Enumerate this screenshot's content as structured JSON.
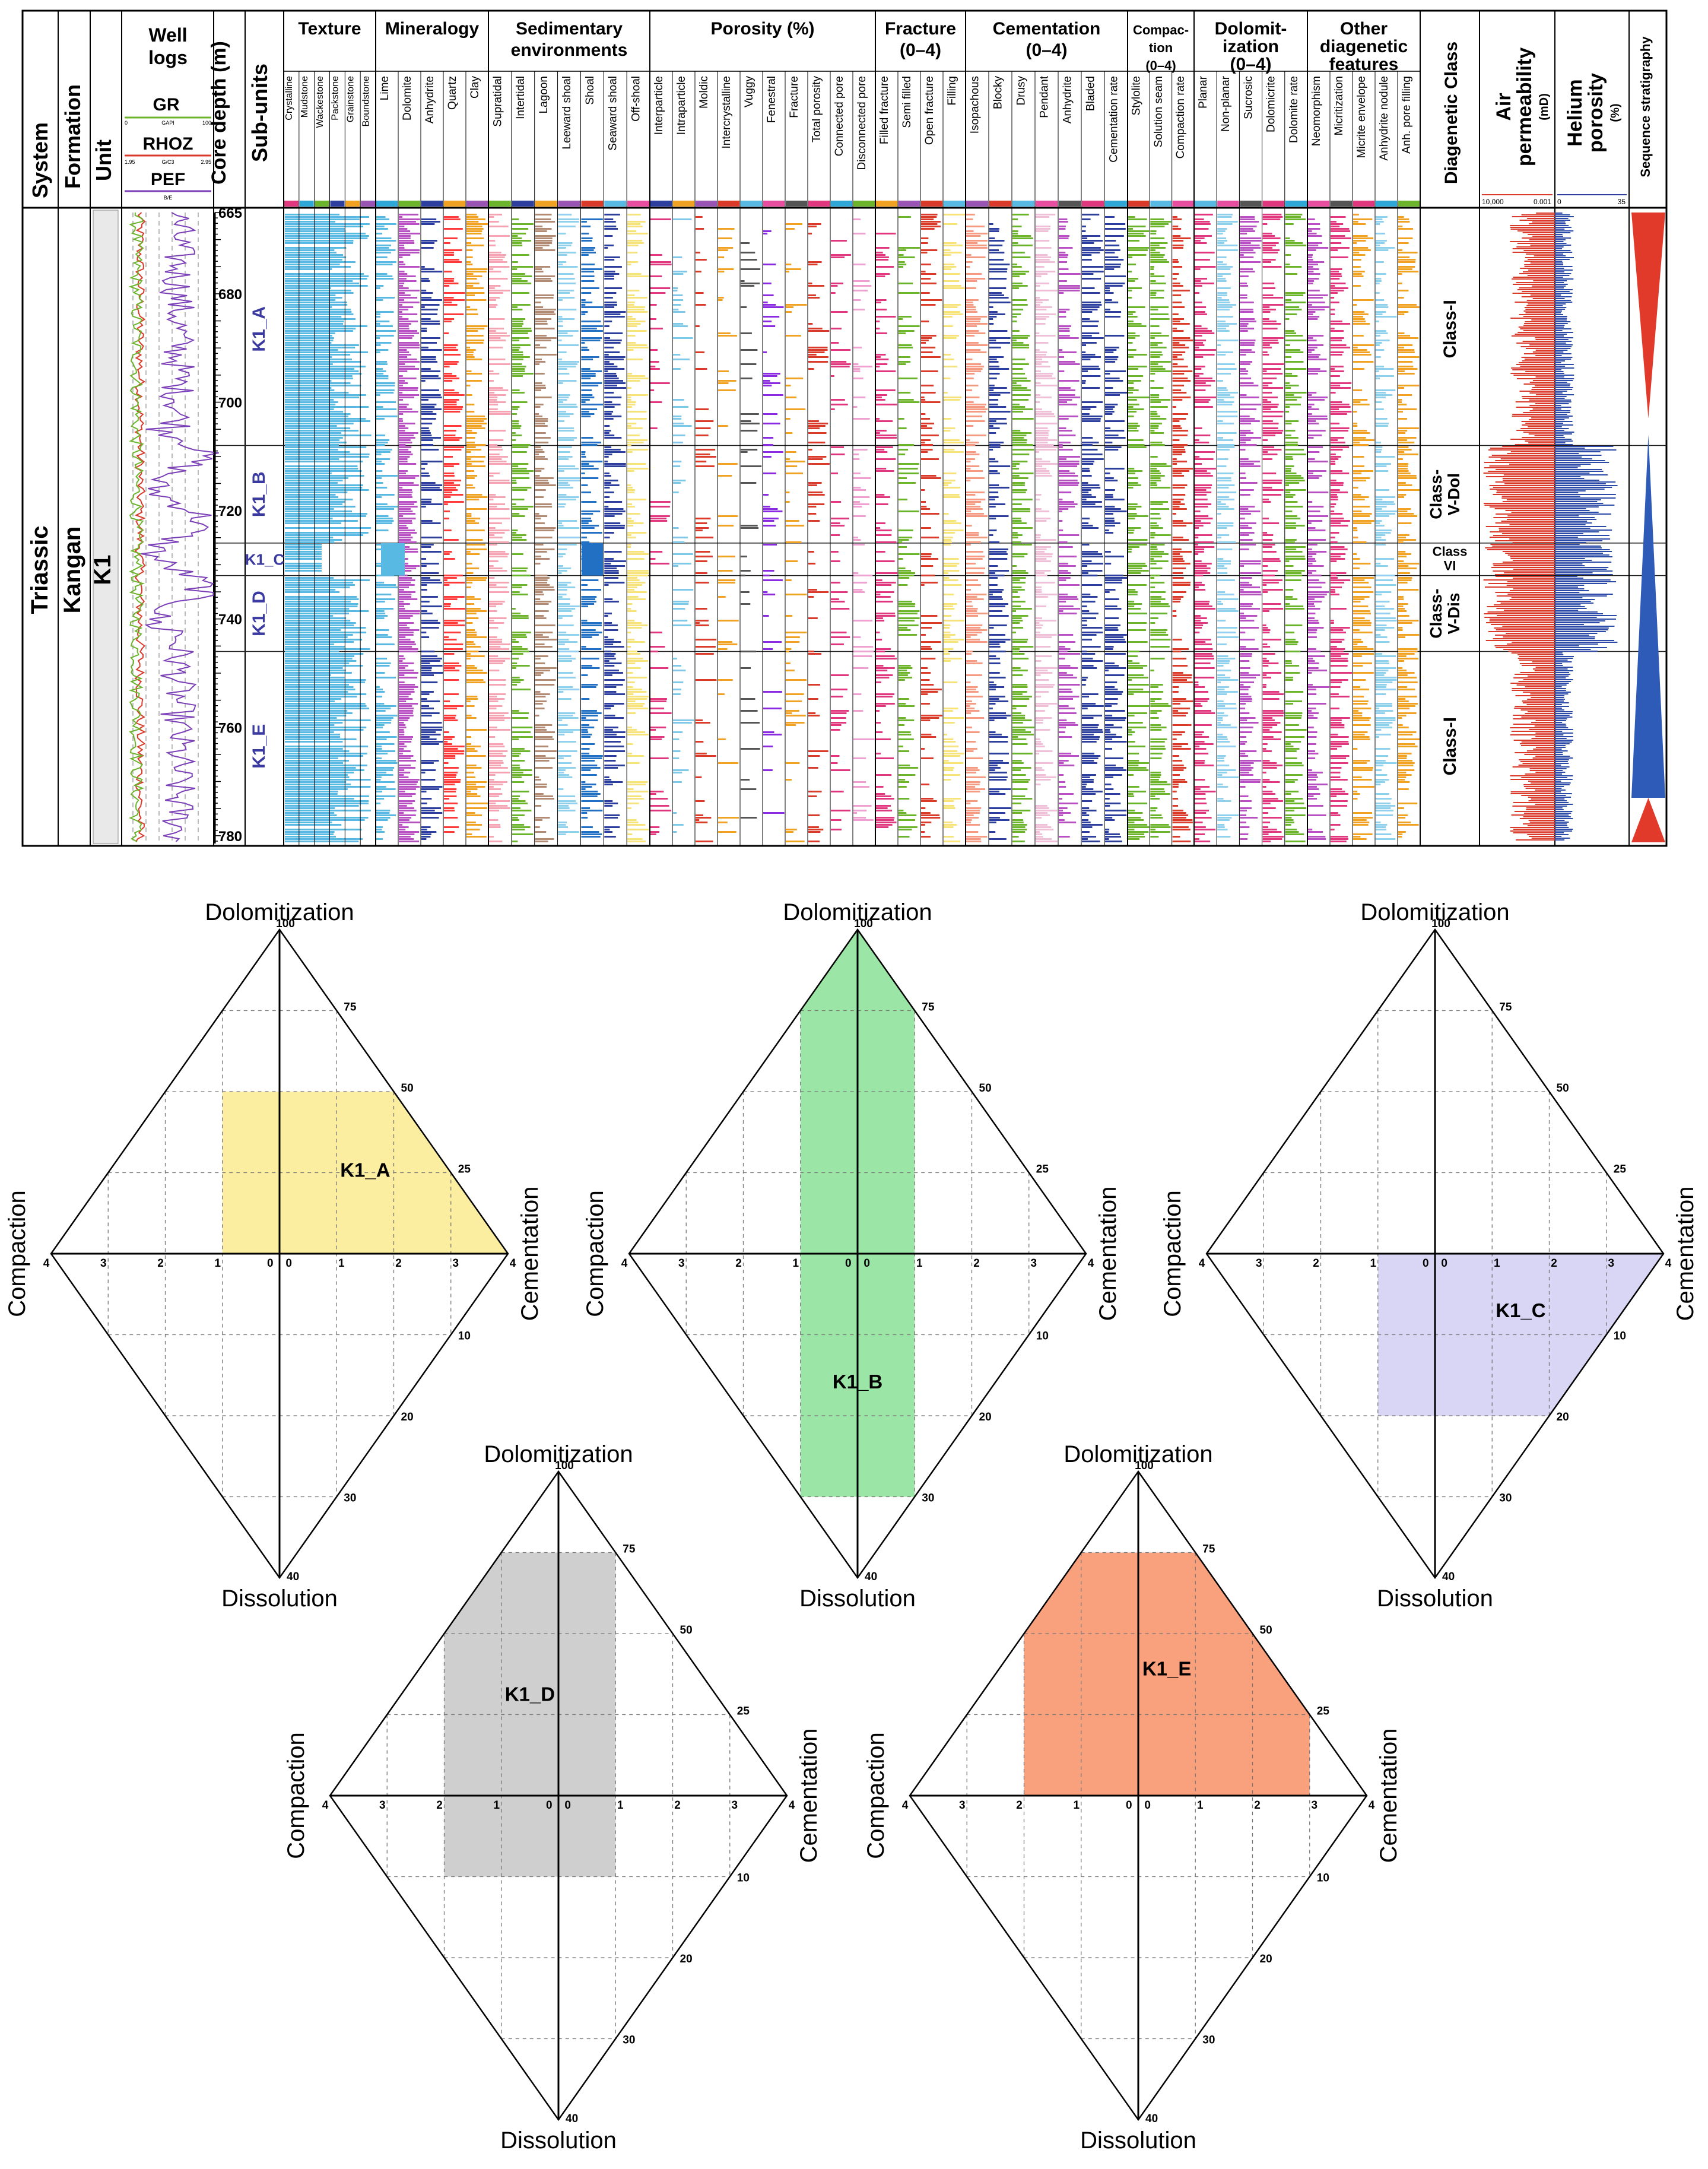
{
  "log": {
    "header_columns": {
      "system": "System",
      "formation": "Formation",
      "unit": "Unit",
      "well_logs": "Well logs",
      "gr": "GR",
      "gr_unit": "GAPI",
      "rhoz": "RHOZ",
      "rhoz_unit": "G/C3",
      "pef": "PEF",
      "pef_unit": "B/E",
      "core_depth": "Core depth (m)",
      "sub_units": "Sub-units",
      "diagenetic_class": "Diagenetic Class",
      "air_perm_title": "Air permeability",
      "air_perm_unit": "(mD)",
      "air_perm_left": "10,000",
      "air_perm_right": "0.001",
      "helium_title": "Helium porosity",
      "helium_unit": "(%)",
      "helium_left": "0",
      "helium_right": "35",
      "sequence": "Sequence stratigraphy"
    },
    "left_labels": {
      "system": "Triassic",
      "formation": "Kangan",
      "unit": "K1"
    },
    "gr_range": [
      "0",
      "100"
    ],
    "rhoz_range": [
      "1.95",
      "2.95"
    ],
    "depth_ticks": [
      "665",
      "680",
      "700",
      "720",
      "740",
      "760",
      "780"
    ],
    "groups": [
      {
        "title": "Texture",
        "cols": [
          "Crystalline",
          "Mudstone",
          "Wackestone",
          "Packstone",
          "Grainstone",
          "Boundstone"
        ]
      },
      {
        "title": "Mineralogy",
        "cols": [
          "Lime",
          "Dolomite",
          "Anhydrite",
          "Quartz",
          "Clay"
        ]
      },
      {
        "title": "Sedimentary environments",
        "cols": [
          "Supratidal",
          "Intertidal",
          "Lagoon",
          "Leeward shoal",
          "Shoal",
          "Seaward shoal",
          "Off-shoal"
        ]
      },
      {
        "title": "Porosity (%)",
        "cols": [
          "Interparticle",
          "Intraparticle",
          "Moldic",
          "Intercrystalline",
          "Vuggy",
          "Fenestral",
          "Fracture",
          "Total porosity",
          "Connected pore",
          "Disconnected pore"
        ]
      },
      {
        "title": "Fracture (0–4)",
        "cols": [
          "Filled fracture",
          "Semi filled",
          "Open fracture",
          "Filling"
        ]
      },
      {
        "title": "Cementation (0–4)",
        "cols": [
          "Isopachous",
          "Blocky",
          "Drusy",
          "Pendant",
          "Anhydrite",
          "Bladed",
          "Cementation rate"
        ]
      },
      {
        "title": "Compaction (0–4)",
        "cols": [
          "Stylolite",
          "Solution seam",
          "Compaction rate"
        ]
      },
      {
        "title": "Dolomitization (0–4)",
        "cols": [
          "Planar",
          "Non-planar",
          "Sucrosic",
          "Dolomicrite",
          "Dolomite rate"
        ]
      },
      {
        "title": "Other diagenetic features",
        "cols": [
          "Neomorphism",
          "Micritization",
          "Micrite envelope",
          "Anhydrite nodule",
          "Anh. pore filling"
        ]
      }
    ],
    "subunits": [
      "K1_A",
      "K1_B",
      "K1_C",
      "K1_D",
      "K1_E"
    ],
    "diagenetic_classes": [
      "Class-I",
      "Class-V-Dol",
      "Class VI",
      "Class-V-Dis",
      "Class-I"
    ]
  },
  "diagrams": [
    {
      "name": "K1_A",
      "color": "#fbeea0",
      "stroke": "#f2d44c",
      "left_comp": 1,
      "right_cem": 4,
      "top_dol": 50,
      "bot_dis": 0,
      "axis_top": "Dolomitization",
      "axis_bottom": "Dissolution",
      "axis_left": "Compaction",
      "axis_right": "Cementation"
    },
    {
      "name": "K1_B",
      "color": "#9be6a6",
      "stroke": "#5cc46c",
      "left_comp": 1,
      "right_cem": 1,
      "top_dol": 100,
      "bot_dis": 30,
      "axis_top": "Dolomitization",
      "axis_bottom": "Dissolution",
      "axis_left": "Compaction",
      "axis_right": "Cementation"
    },
    {
      "name": "K1_C",
      "color": "#d8d6f4",
      "stroke": "#aeaae4",
      "left_comp": 1,
      "right_cem": 4,
      "top_dol": 0,
      "bot_dis": 20,
      "axis_top": "Dolomitization",
      "axis_bottom": "Dissolution",
      "axis_left": "Compaction",
      "axis_right": "Cementation"
    },
    {
      "name": "K1_D",
      "color": "#cfcfcf",
      "stroke": "#a8a8a8",
      "left_comp": 2,
      "right_cem": 1,
      "top_dol": 75,
      "bot_dis": 10,
      "axis_top": "Dolomitization",
      "axis_bottom": "Dissolution",
      "axis_left": "Compaction",
      "axis_right": "Cementation"
    },
    {
      "name": "K1_E",
      "color": "#f9a07c",
      "stroke": "#e77a50",
      "left_comp": 2,
      "right_cem": 3,
      "top_dol": 75,
      "bot_dis": 0,
      "axis_top": "Dolomitization",
      "axis_bottom": "Dissolution",
      "axis_left": "Compaction",
      "axis_right": "Cementation"
    }
  ],
  "scale": {
    "horizontal": [
      "4",
      "3",
      "2",
      "1",
      "0",
      "0",
      "1",
      "2",
      "3",
      "4"
    ],
    "top": [
      "100",
      "75",
      "50",
      "25"
    ],
    "bottom": [
      "10",
      "20",
      "30",
      "40"
    ]
  },
  "colors": {
    "texture": "#58b9e2",
    "dolomite": "#b84fc2",
    "anhydrite_blue": "#2c3e9e",
    "green": "#6cb42c",
    "red": "#d93a2a",
    "pink": "#e1377e",
    "orange": "#f1a223",
    "yellow": "#f6e37a",
    "salmon": "#f59b83",
    "lightblue": "#8fd0ec"
  }
}
